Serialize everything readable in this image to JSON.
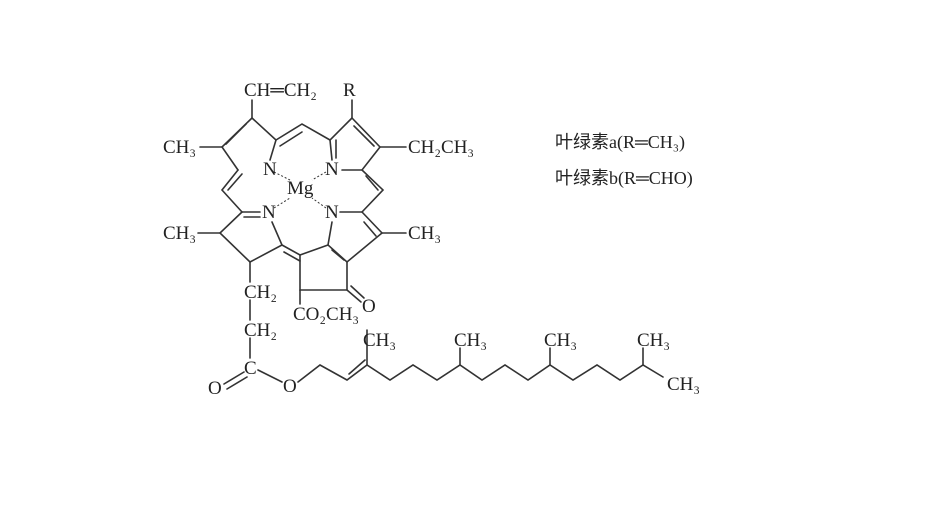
{
  "molecule": {
    "vinyl": "CH═CH₂",
    "r_group": "R",
    "methyl_top_left": "CH₃",
    "ethyl": "CH₂CH₃",
    "metal": "Mg",
    "nitrogen_1": "N",
    "nitrogen_2": "N",
    "nitrogen_3": "N",
    "nitrogen_4": "N",
    "methyl_mid_left": "CH₃",
    "methyl_mid_right": "CH₃",
    "methylene_1": "CH₂",
    "methylene_2": "CH₂",
    "ester_methyl": "CO₂CH₃",
    "ketone_oxygen": "O",
    "ester_carbon": "C",
    "carbonyl_oxygen": "O",
    "ester_oxygen": "O",
    "phytyl_methyl_1": "CH₃",
    "phytyl_methyl_2": "CH₃",
    "phytyl_methyl_3": "CH₃",
    "phytyl_methyl_4": "CH₃",
    "phytyl_methyl_end": "CH₃"
  },
  "legend": {
    "chlorophyll_a": "叶绿素a(R═CH₃)",
    "chlorophyll_b": "叶绿素b(R═CHO)"
  }
}
